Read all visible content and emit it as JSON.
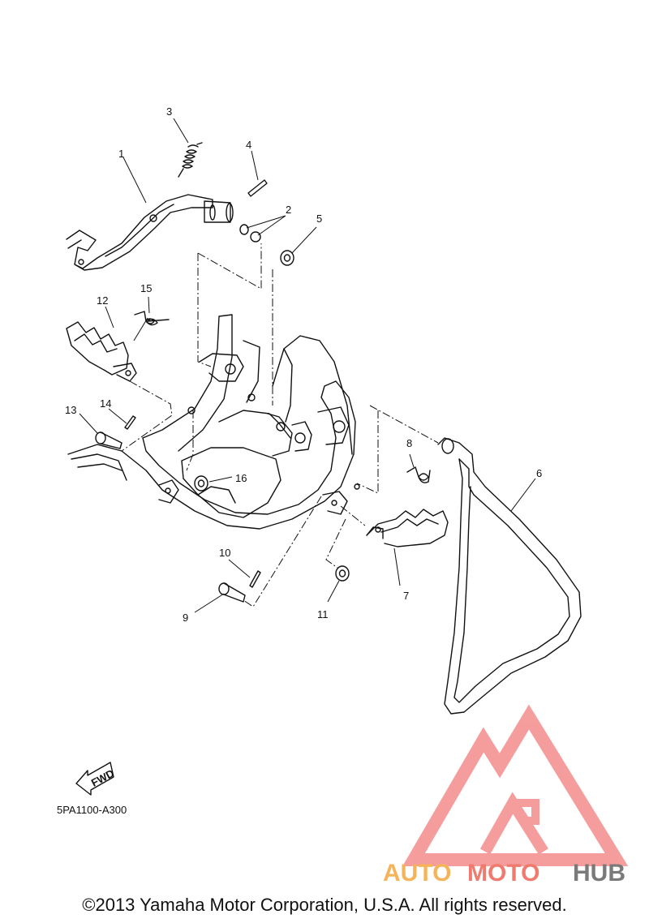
{
  "diagram": {
    "callouts": [
      "1",
      "2",
      "3",
      "4",
      "5",
      "6",
      "7",
      "8",
      "9",
      "10",
      "11",
      "12",
      "13",
      "14",
      "15",
      "16"
    ],
    "fwd_label": "FWD",
    "part_code": "5PA1100-A300"
  },
  "watermark": {
    "brand_part1": "AUTO",
    "brand_part2": "MOTO",
    "brand_part3": "HUB",
    "colors": {
      "auto": "#f5b45a",
      "moto": "#f07a6e",
      "hub": "#7a7a7a",
      "logo": "#f27d7d"
    }
  },
  "footer": {
    "copyright": "©2013 Yamaha Motor Corporation, U.S.A. All rights reserved."
  }
}
